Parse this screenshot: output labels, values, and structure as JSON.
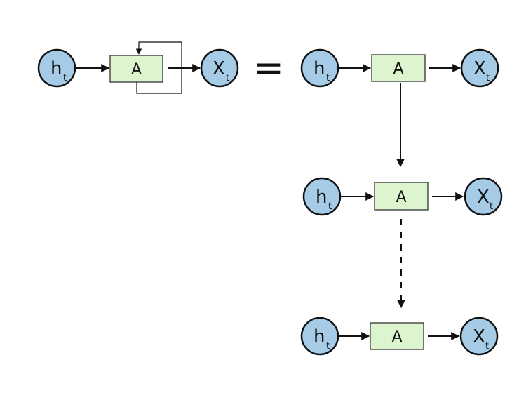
{
  "colors": {
    "node_fill": "#a6cbe7",
    "box_fill": "#dcf5cf",
    "stroke": "#111111"
  },
  "rolled": {
    "input": {
      "letter": "h",
      "sub": "t"
    },
    "cell": "A",
    "output": {
      "letter": "X",
      "sub": "t"
    }
  },
  "equals": "=",
  "unrolled": [
    {
      "input": {
        "letter": "h",
        "sub": "t"
      },
      "cell": "A",
      "output": {
        "letter": "X",
        "sub": "t"
      }
    },
    {
      "input": {
        "letter": "h",
        "sub": "t"
      },
      "cell": "A",
      "output": {
        "letter": "X",
        "sub": "t"
      }
    },
    {
      "input": {
        "letter": "h",
        "sub": "t"
      },
      "cell": "A",
      "output": {
        "letter": "X",
        "sub": "t"
      }
    }
  ]
}
